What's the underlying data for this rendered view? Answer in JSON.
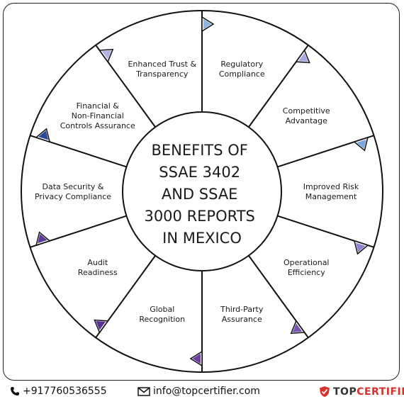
{
  "center_title_lines": [
    "BENEFITS OF",
    "SSAE 3402",
    "AND SSAE",
    "3000 REPORTS",
    "IN MEXICO"
  ],
  "segments": [
    {
      "lines": [
        "Regulatory",
        "Compliance"
      ]
    },
    {
      "lines": [
        "Competitive",
        "Advantage"
      ]
    },
    {
      "lines": [
        "Improved Risk",
        "Management"
      ]
    },
    {
      "lines": [
        "Operational",
        "Efficiency"
      ]
    },
    {
      "lines": [
        "Third-Party",
        "Assurance"
      ]
    },
    {
      "lines": [
        "Global",
        "Recognition"
      ]
    },
    {
      "lines": [
        "Audit",
        "Readiness"
      ]
    },
    {
      "lines": [
        "Data Security &",
        "Privacy Compliance"
      ]
    },
    {
      "lines": [
        "Financial &",
        "Non-Financial",
        "Controls Assurance"
      ]
    },
    {
      "lines": [
        "Enhanced Trust &",
        "Transparency"
      ]
    }
  ],
  "marker_colors": [
    "#8fb4e0",
    "#a9a7de",
    "#7aa8dc",
    "#8e84d1",
    "#7b55b3",
    "#6d3fa6",
    "#5b2e96",
    "#5e3898",
    "#27489a",
    "#b3b1e3"
  ],
  "footer": {
    "phone": "+917760536555",
    "email": "info@topcertifier.com",
    "brand_top": "TOP",
    "brand_cert": "CERTIFIER"
  },
  "icons": {
    "phone": "phone-icon",
    "email": "mail-icon",
    "brand": "shield-logo-icon"
  }
}
